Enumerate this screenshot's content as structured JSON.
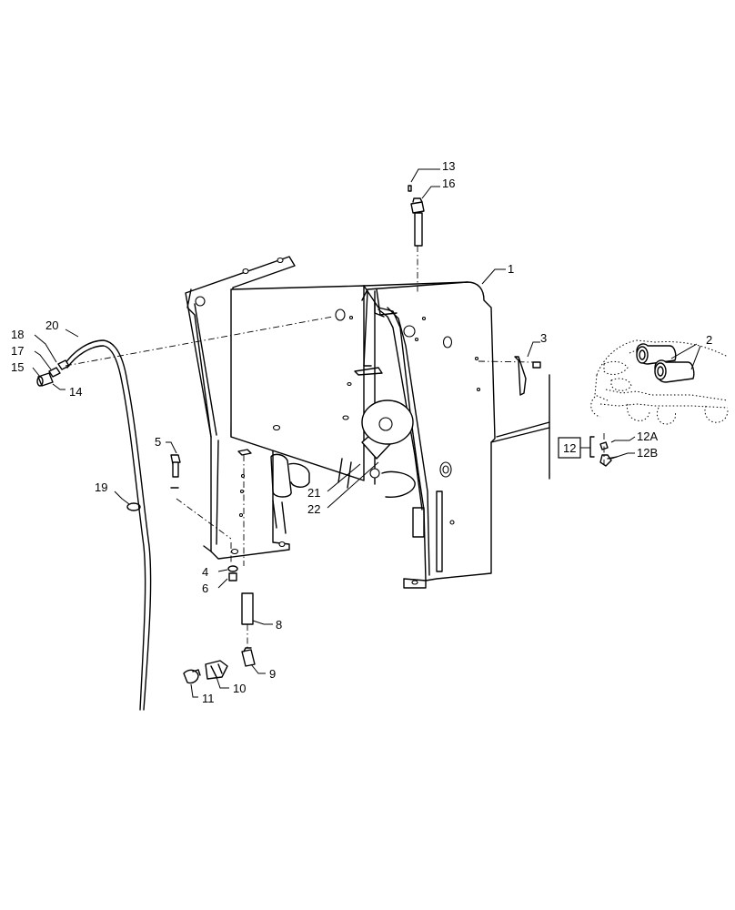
{
  "diagram": {
    "callouts": {
      "c1": "1",
      "c2": "2",
      "c3": "3",
      "c4": "4",
      "c5": "5",
      "c6": "6",
      "c8": "8",
      "c9": "9",
      "c10": "10",
      "c11": "11",
      "c12": "12",
      "c12a": "12A",
      "c12b": "12B",
      "c13": "13",
      "c14": "14",
      "c15": "15",
      "c16": "16",
      "c17": "17",
      "c18": "18",
      "c19": "19",
      "c20": "20",
      "c21": "21",
      "c22": "22"
    }
  }
}
